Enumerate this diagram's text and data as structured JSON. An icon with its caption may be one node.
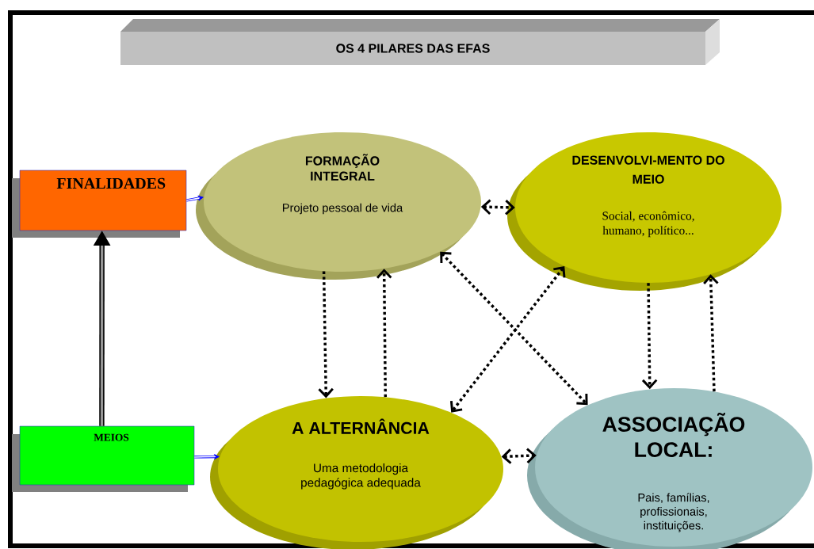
{
  "diagram": {
    "title": "OS 4 PILARES DAS EFAS",
    "nodes": [
      {
        "text": [
          "FINALIDADES"
        ]
      },
      {
        "text": [
          "FORMAÇÃO INTEGRAL",
          "Projeto pessoal de vida"
        ]
      },
      {
        "text": [
          "DESENVOLVI-MENTO DO MEIO",
          "Social, econômico, humano, político..."
        ]
      },
      {
        "text": [
          "MEIOS"
        ]
      },
      {
        "text": [
          "A ALTERNÂNCIA",
          "Uma metodologia pedagógica adequada"
        ]
      },
      {
        "text": [
          "ASSOCIAÇÃO LOCAL:",
          "Pais, famílias, profissionais, instituições."
        ]
      }
    ],
    "edges": [
      {
        "from": 0,
        "to": 1,
        "arrow": "to",
        "color": "#0000ff"
      },
      {
        "from": 3,
        "to": 4,
        "arrow": "to",
        "color": "#0000ff"
      },
      {
        "from": 3,
        "to": 0,
        "arrow": "to",
        "style": "thick"
      },
      {
        "from": 1,
        "to": 2,
        "arrow": "both",
        "style": "dashed"
      },
      {
        "from": 1,
        "to": 4,
        "arrow": "to",
        "style": "dashed"
      },
      {
        "from": 4,
        "to": 1,
        "arrow": "to",
        "style": "dashed"
      },
      {
        "from": 2,
        "to": 5,
        "arrow": "to",
        "style": "dashed"
      },
      {
        "from": 5,
        "to": 2,
        "arrow": "to",
        "style": "dashed"
      },
      {
        "from": 1,
        "to": 5,
        "arrow": "both",
        "style": "dashed"
      },
      {
        "from": 2,
        "to": 4,
        "arrow": "both",
        "style": "dashed"
      },
      {
        "from": 4,
        "to": 5,
        "arrow": "both",
        "style": "dashed"
      }
    ]
  }
}
